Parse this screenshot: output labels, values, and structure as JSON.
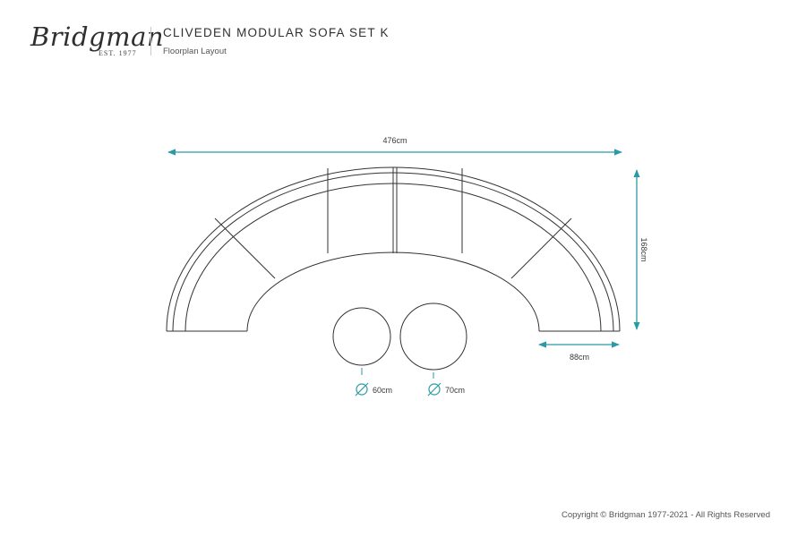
{
  "brand": {
    "name": "Bridgman",
    "est": "EST. 1977"
  },
  "header": {
    "title": "CLIVEDEN MODULAR SOFA SET K",
    "subtitle": "Floorplan Layout"
  },
  "dimensions": {
    "width": "476cm",
    "depth": "168cm",
    "seat_depth": "88cm",
    "table_small": "60cm",
    "table_large": "70cm"
  },
  "colors": {
    "accent": "#2a9aa6",
    "line": "#333333"
  },
  "footer": {
    "copyright": "Copyright © Bridgman 1977-2021 - All Rights Reserved"
  }
}
